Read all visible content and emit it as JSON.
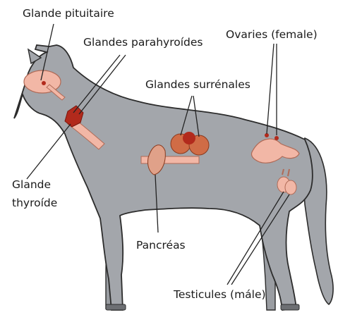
{
  "labels": {
    "pituitary": "Glande pituitaire",
    "parathyroid": "Glandes parahyroídes",
    "ovaries": "Ovaries (female)",
    "adrenal": "Glandes surrénales",
    "thyroid_line1": "Glande",
    "thyroid_line2": "thyroíde",
    "pancreas": "Pancréas",
    "testicles": "Testicules (mále)"
  },
  "colors": {
    "horse_body": "#a3a6ab",
    "horse_outline": "#2c2c2c",
    "gland_pink": "#f2b7a6",
    "gland_red": "#b22a1c",
    "adrenal_orange": "#d06c46",
    "pancreas_tan": "#e0a189",
    "leader_line": "#222222"
  }
}
